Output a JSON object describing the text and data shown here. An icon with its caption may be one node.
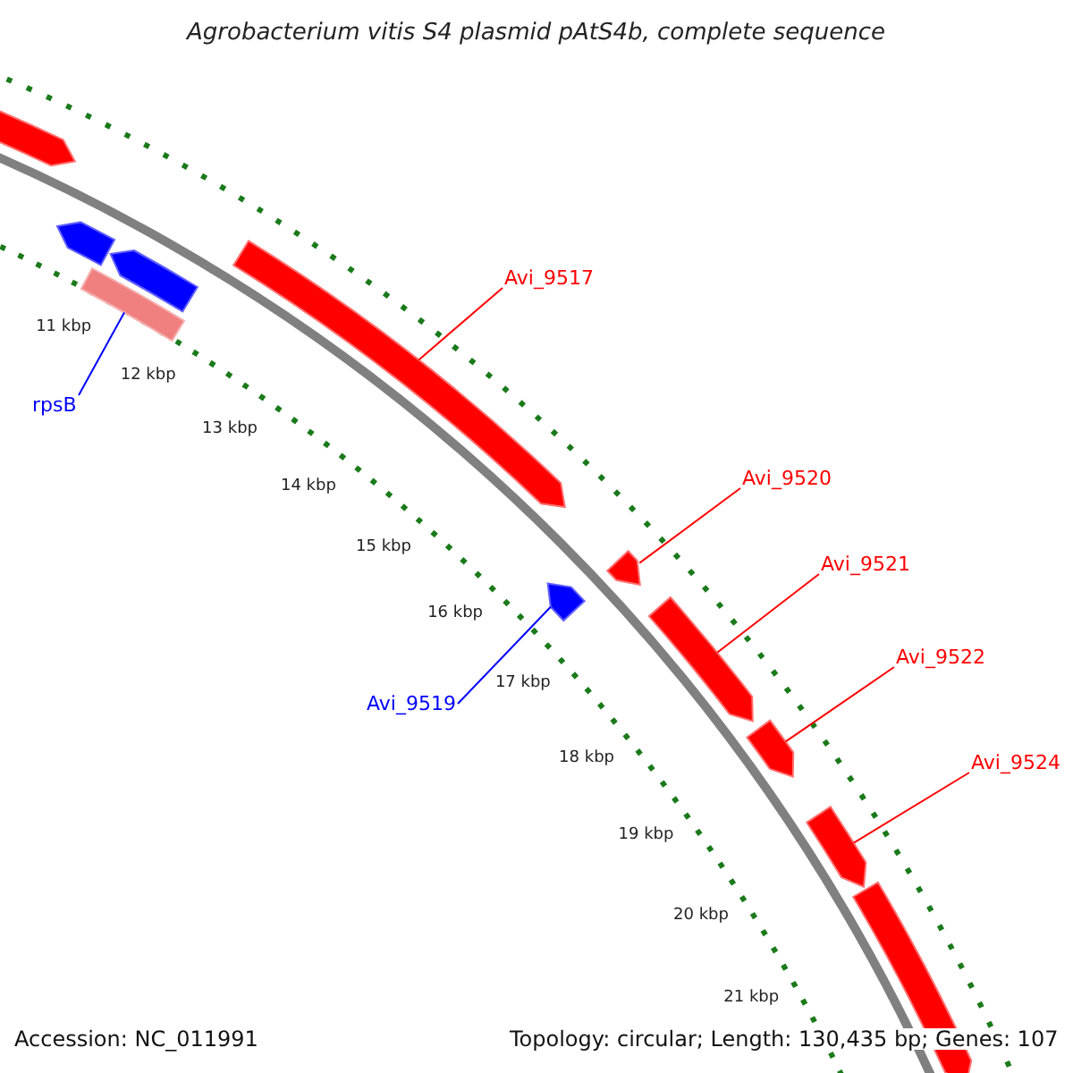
{
  "diagram": {
    "title": "Agrobacterium vitis S4 plasmid pAtS4b, complete sequence",
    "nodes": [
      {
        "text": [
          "Avi_9517"
        ]
      },
      {
        "text": [
          "Avi_9520"
        ]
      },
      {
        "text": [
          "Avi_9521"
        ]
      },
      {
        "text": [
          "Avi_9522"
        ]
      },
      {
        "text": [
          "Avi_9524"
        ]
      },
      {
        "text": [
          "rpsB"
        ]
      },
      {
        "text": [
          "Avi_9519"
        ]
      },
      {
        "text": [],
        "shape": "bar"
      },
      {
        "text": [],
        "shape": "bar"
      },
      {
        "text": [],
        "shape": "bar"
      },
      {
        "text": [],
        "shape": "bar"
      },
      {
        "text": [],
        "shape": "bar"
      },
      {
        "text": [],
        "shape": "bar"
      },
      {
        "text": [],
        "shape": "bar"
      },
      {
        "text": [],
        "shape": "bar"
      },
      {
        "text": [],
        "shape": "bar"
      },
      {
        "text": [],
        "shape": "bar"
      },
      {
        "text": [],
        "shape": "bar"
      }
    ],
    "edges": [
      {
        "from": 0,
        "to": 7,
        "arrow": "none"
      },
      {
        "from": 1,
        "to": 8,
        "arrow": "none"
      },
      {
        "from": 2,
        "to": 9,
        "arrow": "none"
      },
      {
        "from": 3,
        "to": 10,
        "arrow": "none"
      },
      {
        "from": 4,
        "to": 11,
        "arrow": "none"
      },
      {
        "from": 5,
        "to": 12,
        "arrow": "none",
        "color": "#0000ff"
      },
      {
        "from": 6,
        "to": 13,
        "arrow": "none",
        "color": "#0000ff"
      }
    ],
    "labels": [
      "11 kbp",
      "12 kbp",
      "13 kbp",
      "14 kbp",
      "15 kbp",
      "16 kbp",
      "17 kbp",
      "18 kbp",
      "19 kbp",
      "20 kbp",
      "21 kbp",
      "Accession: NC_011991",
      "Topology: circular; Length: 130,435 bp; Genes: 107"
    ]
  }
}
